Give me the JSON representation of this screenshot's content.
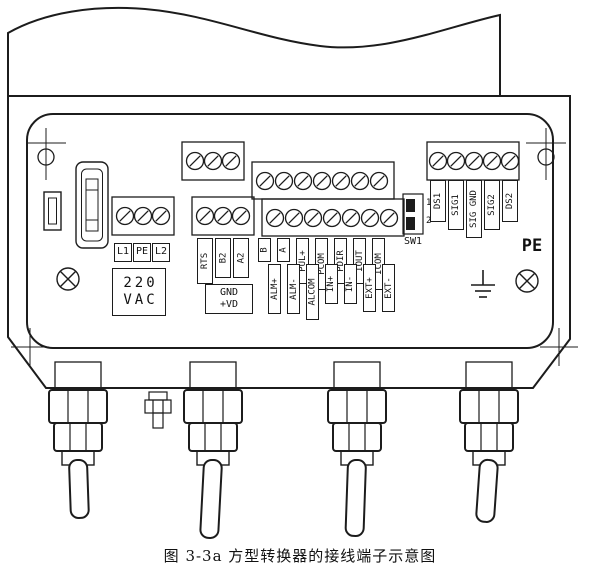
{
  "figure": {
    "caption": "图 3-3a 方型转换器的接线端子示意图"
  },
  "power_section": {
    "terminal_labels": [
      "L1",
      "PE",
      "L2"
    ],
    "voltage": [
      "220",
      "VAC"
    ]
  },
  "comm_section": {
    "terminal_labels": [
      "RTS",
      "B2",
      "A2"
    ],
    "aux_labels": [
      "GND",
      "+VD"
    ]
  },
  "io_section": {
    "top_row_labels": [
      "B",
      "A",
      "PUL+",
      "PCOM",
      "PDIR",
      "IOUT",
      "ICOM"
    ],
    "bottom_row_labels": [
      "ALM+",
      "ALM-",
      "ALCOM",
      "IN+",
      "IN-",
      "EXT+",
      "EXT-"
    ]
  },
  "dip_switch": {
    "positions": [
      "1",
      "2"
    ],
    "name": "SW1"
  },
  "signal_section": {
    "terminal_labels": [
      "DS1",
      "SIG1",
      "SIG GND",
      "SIG2",
      "DS2"
    ]
  },
  "grounding": {
    "pe": "PE"
  },
  "colors": {
    "line": "#1c1c1c",
    "background": "#ffffff"
  }
}
